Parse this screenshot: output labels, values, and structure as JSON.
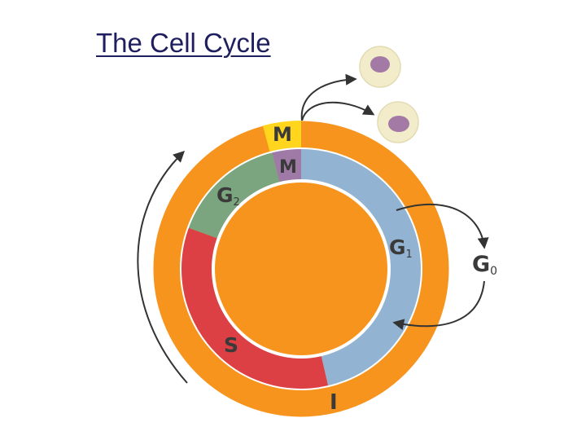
{
  "title": "The Cell Cycle",
  "labels": {
    "m_outer": "M",
    "m_inner": "M",
    "g2": "G",
    "g2_sub": "2",
    "g1": "G",
    "g1_sub": "1",
    "g0": "G",
    "g0_sub": "0",
    "s": "S",
    "i": "I"
  },
  "colors": {
    "interphase_ring": "#f7941d",
    "mitosis_band": "#ffd51e",
    "g1_phase": "#93b3d3",
    "s_phase": "#dd4044",
    "g2_phase": "#7aa57e",
    "m_phase": "#a07aa7",
    "daughter_cell": "#f2eccb",
    "nucleus": "#a27aa5",
    "arrow": "#333333"
  }
}
